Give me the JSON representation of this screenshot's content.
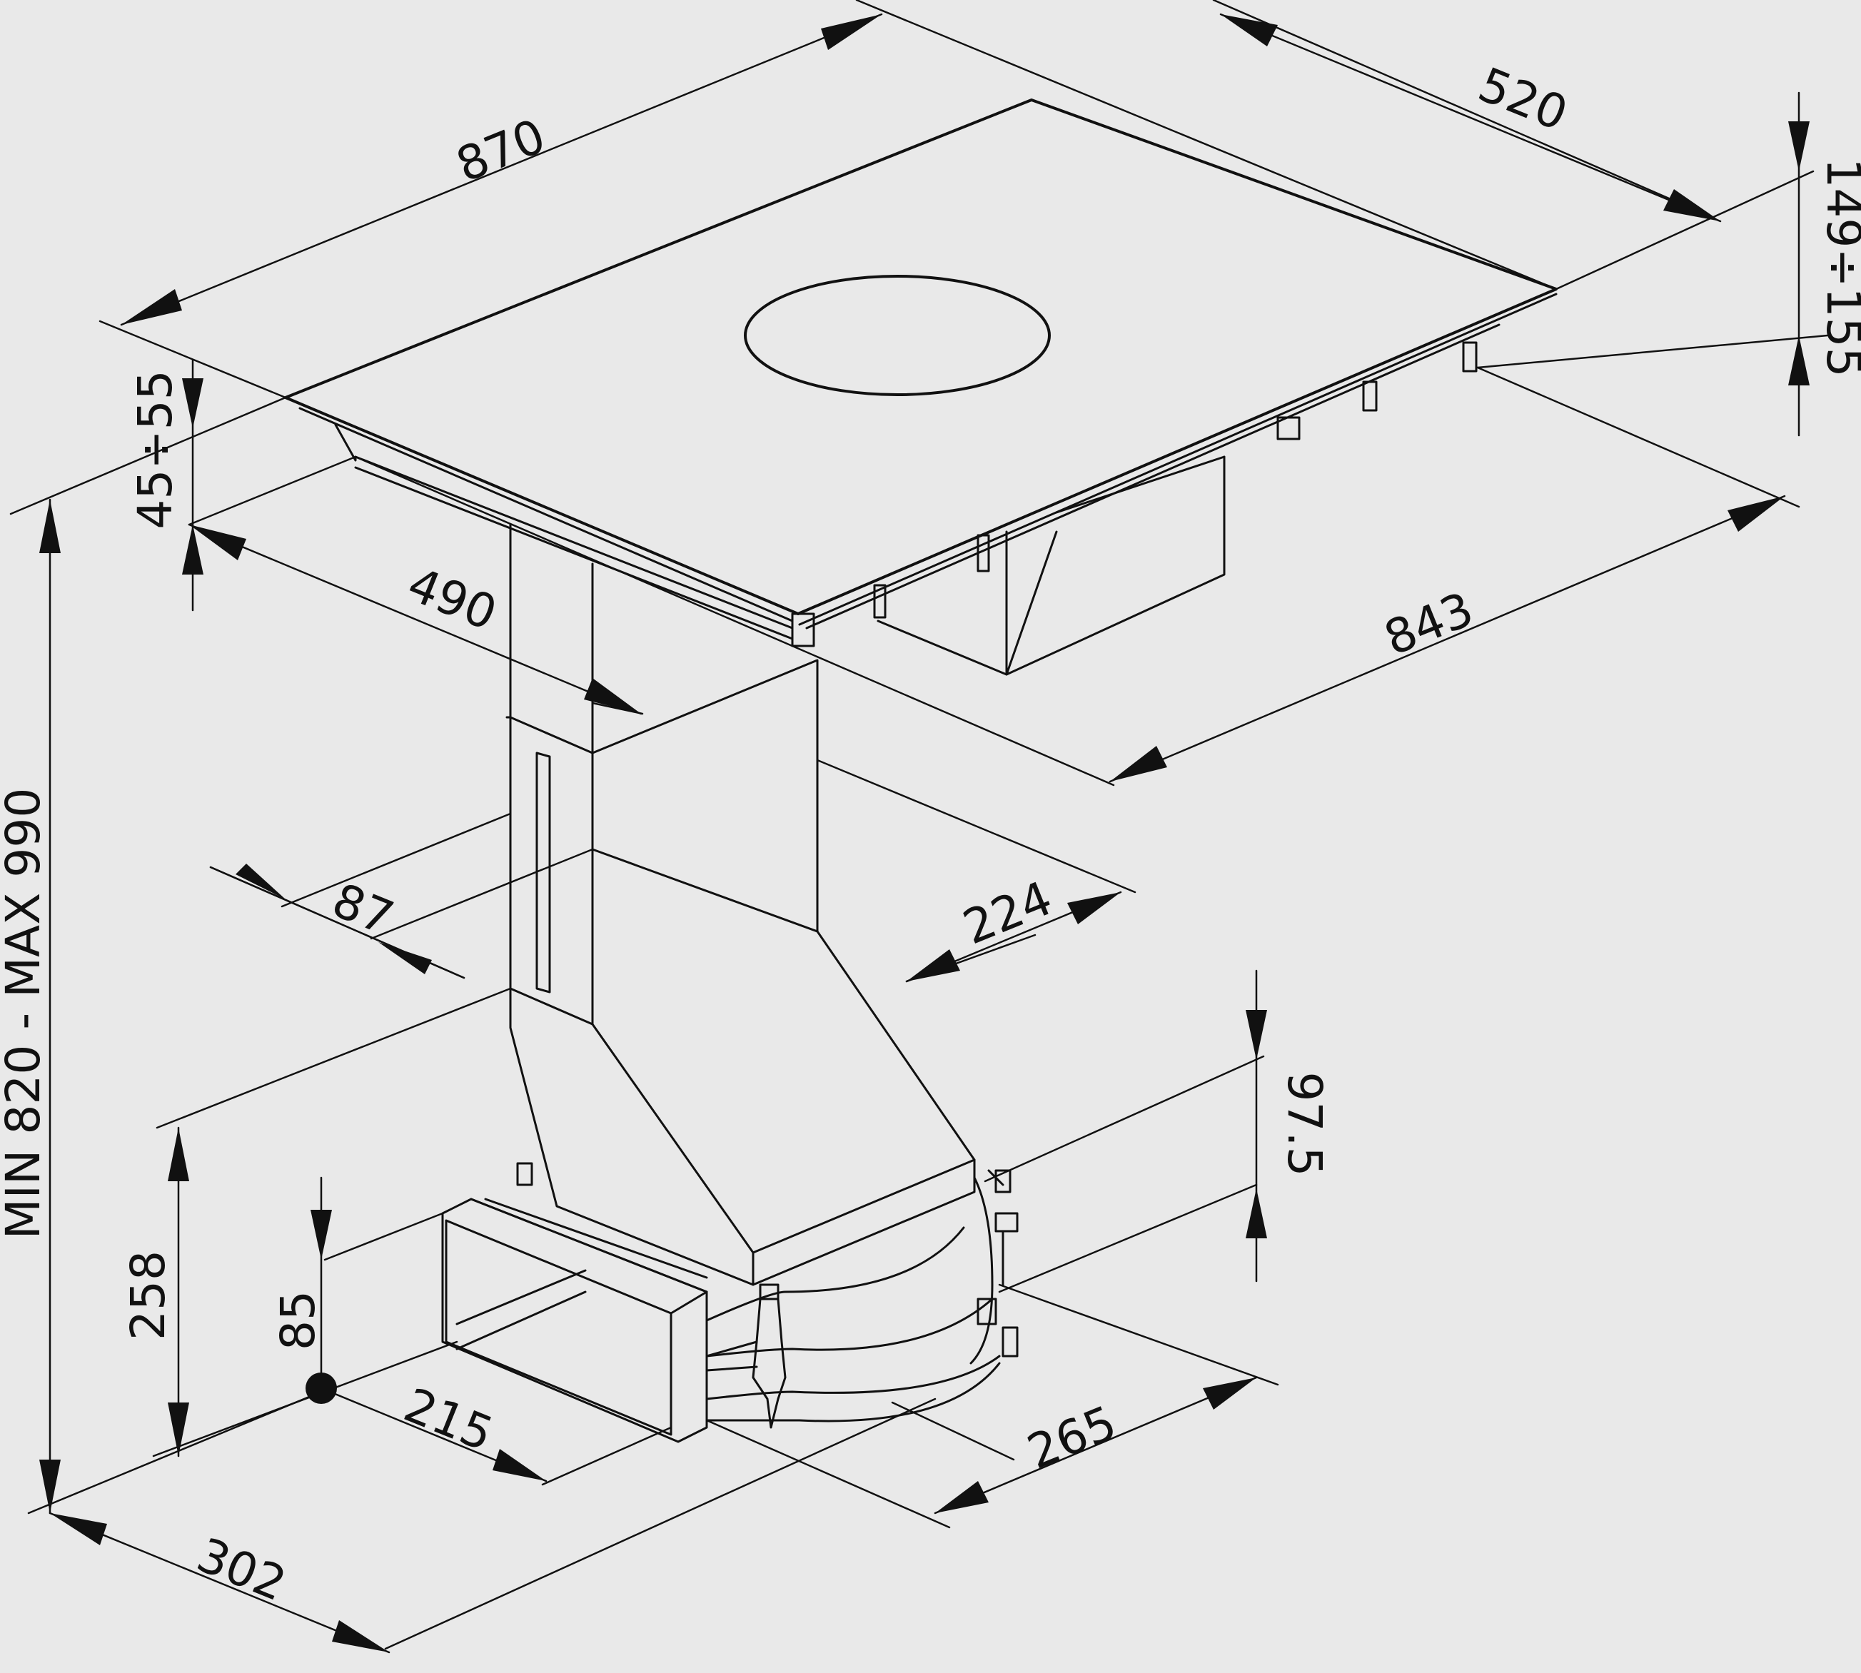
{
  "diagram": {
    "colors": {
      "background": "#e9e9e9",
      "stroke": "#111111"
    },
    "dimensions": {
      "width_870": "870",
      "depth_520": "520",
      "hob_height": "149÷155",
      "cutout_depth": "490",
      "cutout_width": "843",
      "worktop_thickness": "45÷55",
      "duct_offset": "87",
      "duct_width": "224",
      "total_height": "MIN 820 - MAX 990",
      "outlet_height": "258",
      "outlet_offset": "85",
      "outlet_depth": "215",
      "outlet_width": "265",
      "outlet_round_height": "97.5",
      "base_depth": "302"
    }
  }
}
